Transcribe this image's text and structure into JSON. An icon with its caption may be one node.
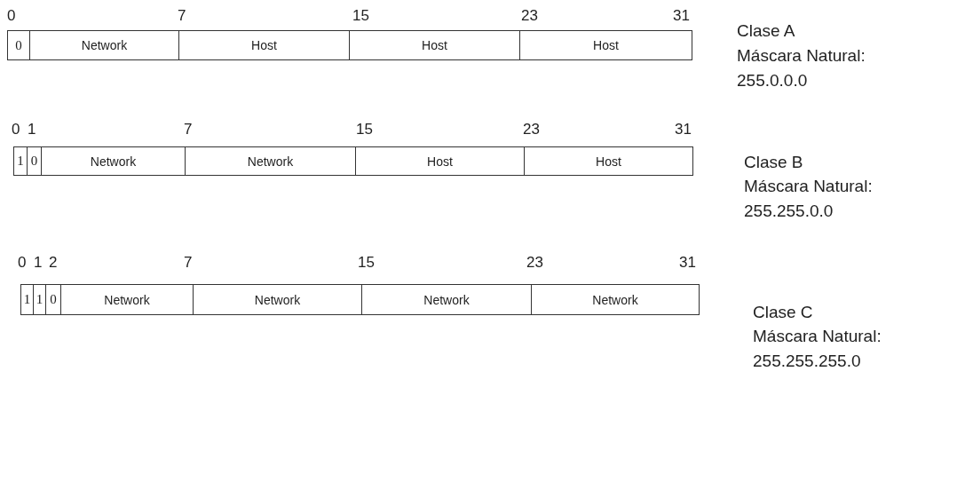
{
  "diagram": {
    "nodes": [
      {
        "text": [
          "0"
        ]
      },
      {
        "text": [
          "Network"
        ]
      },
      {
        "text": [
          "Host"
        ]
      },
      {
        "text": [
          "Host"
        ]
      },
      {
        "text": [
          "Host"
        ]
      },
      {
        "text": [
          "1"
        ]
      },
      {
        "text": [
          "0"
        ]
      },
      {
        "text": [
          "Network"
        ]
      },
      {
        "text": [
          "Network"
        ]
      },
      {
        "text": [
          "Host"
        ]
      },
      {
        "text": [
          "Host"
        ]
      },
      {
        "text": [
          "1"
        ]
      },
      {
        "text": [
          "1"
        ]
      },
      {
        "text": [
          "0"
        ]
      },
      {
        "text": [
          "Network"
        ]
      },
      {
        "text": [
          "Network"
        ]
      },
      {
        "text": [
          "Network"
        ]
      },
      {
        "text": [
          "Network"
        ]
      }
    ],
    "labels": [
      "0",
      "7",
      "15",
      "23",
      "31",
      "Clase A",
      "Máscara Natural: 255.0.0.0",
      "0",
      "1",
      "7",
      "15",
      "23",
      "31",
      "Clase B",
      "Máscara Natural: 255.255.0.0",
      "0",
      "1",
      "2",
      "7",
      "15",
      "23",
      "31",
      "Clase C",
      "Máscara Natural: 255.255.255.0"
    ]
  }
}
